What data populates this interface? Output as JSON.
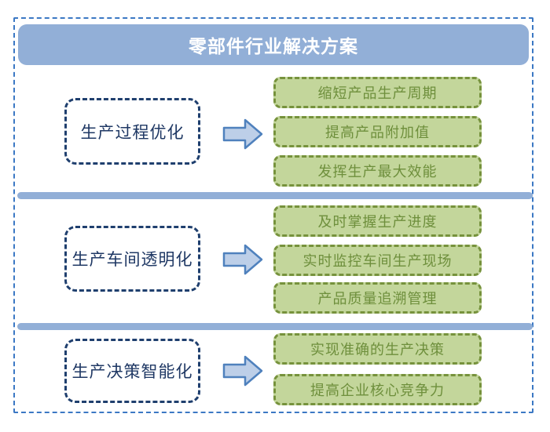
{
  "title": "零部件行业解决方案",
  "sections": [
    {
      "label": "生产过程优化",
      "items": [
        "缩短产品生产周期",
        "提高产品附加值",
        "发挥生产最大效能"
      ]
    },
    {
      "label": "生产车间透明化",
      "items": [
        "及时掌握生产进度",
        "实时监控车间生产现场",
        "产品质量追溯管理"
      ]
    },
    {
      "label": "生产决策智能化",
      "items": [
        "实现准确的生产决策",
        "提高企业核心竞争力"
      ]
    }
  ],
  "colors": {
    "outer_border": "#3b78c4",
    "header_bg": "#92afd7",
    "header_text": "#ffffff",
    "left_box_border": "#1f3f6e",
    "left_box_text": "#1f3864",
    "arrow_fill": "#bdcfe8",
    "arrow_stroke": "#4f81bd",
    "green_box_bg": "#c3d69b",
    "green_box_border": "#76923c",
    "green_box_text": "#6e8f3c",
    "separator": "#92afd7"
  }
}
